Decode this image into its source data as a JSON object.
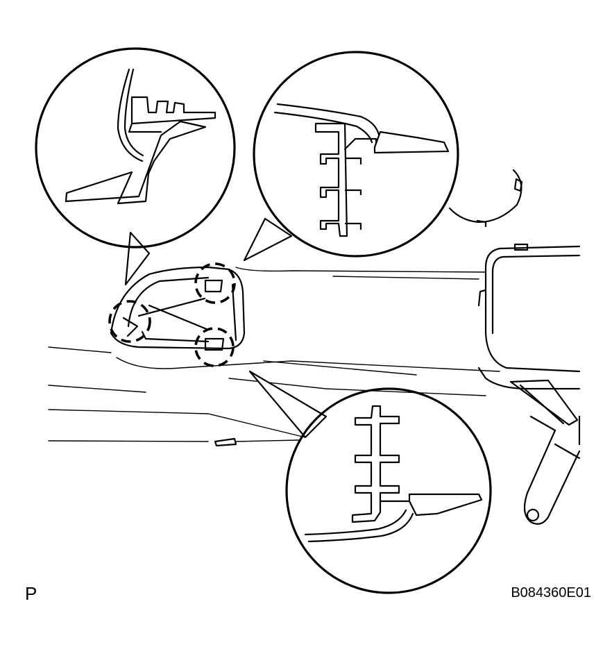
{
  "labels": {
    "view_marker": "P",
    "figure_code": "B084360E01"
  },
  "colors": {
    "ink": "#000000",
    "paper": "#ffffff"
  },
  "callouts": [
    {
      "name": "upper-left-detail"
    },
    {
      "name": "upper-right-detail"
    },
    {
      "name": "lower-right-detail"
    }
  ],
  "clip_locations": [
    {
      "name": "clip-left"
    },
    {
      "name": "clip-top"
    },
    {
      "name": "clip-bottom"
    }
  ]
}
